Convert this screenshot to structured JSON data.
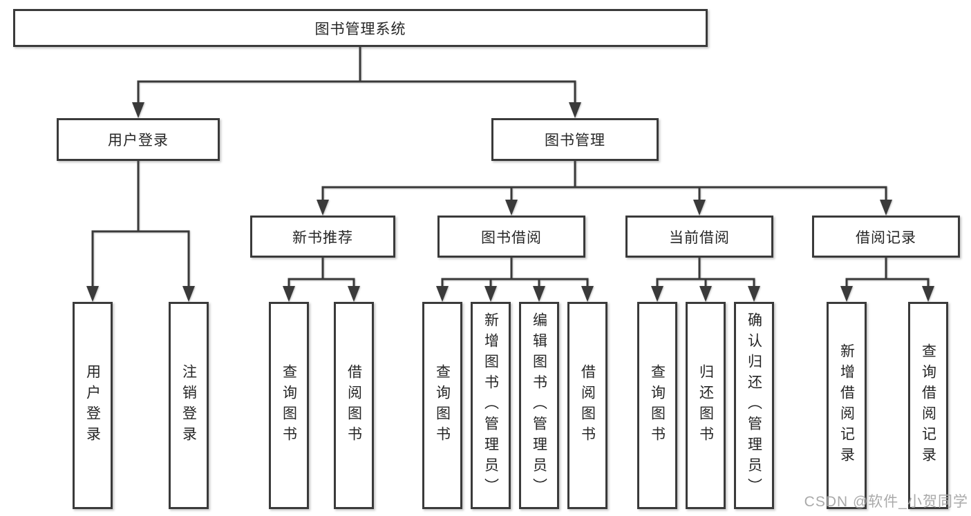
{
  "root": {
    "label": "图书管理系统"
  },
  "level2": [
    {
      "label": "用户登录"
    },
    {
      "label": "图书管理"
    }
  ],
  "level3": [
    {
      "label": "新书推荐"
    },
    {
      "label": "图书借阅"
    },
    {
      "label": "当前借阅"
    },
    {
      "label": "借阅记录"
    }
  ],
  "leaves": {
    "user_login": [
      {
        "label": "用户登录"
      },
      {
        "label": "注销登录"
      }
    ],
    "new_book_recommend": [
      {
        "label": "查询图书"
      },
      {
        "label": "借阅图书"
      }
    ],
    "book_borrow": [
      {
        "label": "查询图书"
      },
      {
        "label": "新增图书（管理员）"
      },
      {
        "label": "编辑图书（管理员）"
      },
      {
        "label": "借阅图书"
      }
    ],
    "current_borrow": [
      {
        "label": "查询图书"
      },
      {
        "label": "归还图书"
      },
      {
        "label": "确认归还（管理员）"
      }
    ],
    "borrow_record": [
      {
        "label": "新增借阅记录"
      },
      {
        "label": "查询借阅记录"
      }
    ]
  },
  "watermark": {
    "text": "CSDN @软件_小贺同学"
  },
  "colors": {
    "line": "#3a3a3a",
    "border": "#3a3a3a",
    "background": "#ffffff",
    "text": "#262626",
    "watermark": "#a5a5a5"
  }
}
